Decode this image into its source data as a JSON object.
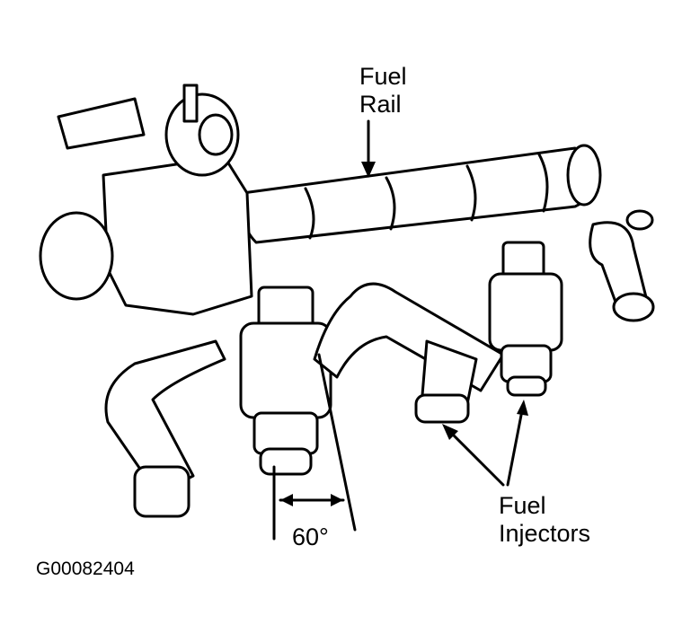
{
  "labels": {
    "fuel_rail_line1": "Fuel",
    "fuel_rail_line2": "Rail",
    "angle": "60°",
    "fuel_injectors_line1": "Fuel",
    "fuel_injectors_line2": "Injectors"
  },
  "figure_code": "G00082404",
  "colors": {
    "ink": "#000000",
    "background": "#ffffff"
  }
}
